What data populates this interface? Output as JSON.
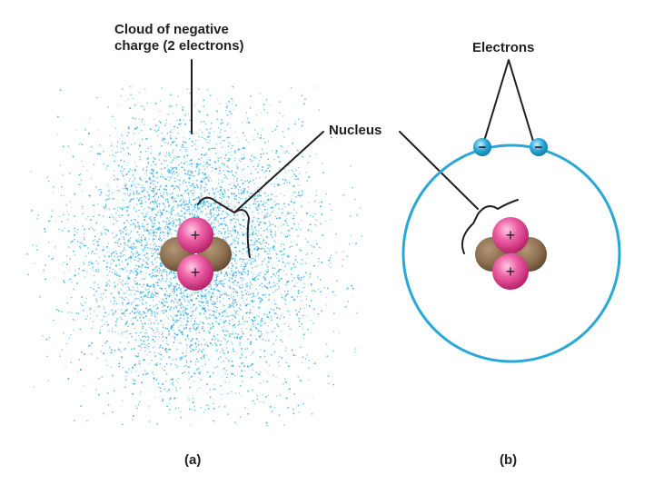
{
  "labels": {
    "cloud_line1": "Cloud of negative",
    "cloud_line2": "charge (2 electrons)",
    "nucleus": "Nucleus",
    "electrons": "Electrons",
    "caption_a": "(a)",
    "caption_b": "(b)"
  },
  "symbols": {
    "proton": "+",
    "electron": "−"
  },
  "colors": {
    "cloud": "#29a8d8",
    "orbit": "#29a8d8",
    "electron": "#2aa7d9",
    "proton": "#e0468e",
    "neutron": "#8c6e4e",
    "line": "#231f20"
  }
}
